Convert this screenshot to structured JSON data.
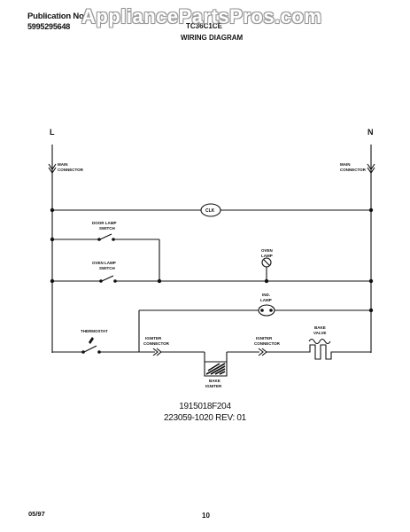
{
  "header": {
    "publication_label": "Publication No.",
    "publication_number": "5995295648",
    "model": "TC36C1CE",
    "title": "WIRING DIAGRAM",
    "watermark": "AppliancePartsPros.com"
  },
  "diagram": {
    "line_l": "L",
    "line_n": "N",
    "main_connector_left": [
      "MAIN",
      "CONNECTOR"
    ],
    "main_connector_right": [
      "MAIN",
      "CONNECTOR"
    ],
    "clock": "CLK",
    "door_lamp_switch": [
      "DOOR LAMP",
      "SWITCH"
    ],
    "oven_lamp_switch": [
      "OVEN LAMP",
      "SWITCH"
    ],
    "oven_lamp": [
      "OVEN",
      "LAMP"
    ],
    "ind_lamp": [
      "IND.",
      "LAMP"
    ],
    "thermostat": "THERMOSTAT",
    "igniter_connector_left": [
      "IGNITER",
      "CONNECTOR"
    ],
    "igniter_connector_right": [
      "IGNITER",
      "CONNECTOR"
    ],
    "bake_valve": [
      "BAKE",
      "VALVE"
    ],
    "bake_igniter": [
      "BAKE",
      "IGNITER"
    ]
  },
  "footer": {
    "code_1": "1915018F204",
    "code_2": "223059-1020 REV: 01",
    "date": "05/97",
    "page": "10"
  }
}
